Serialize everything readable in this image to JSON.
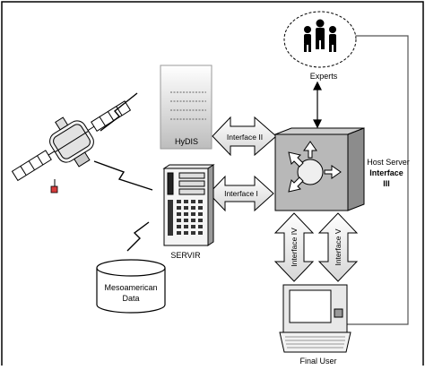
{
  "labels": {
    "experts": "Experts",
    "hydis": "HyDIS",
    "interface_ii": "Interface II",
    "interface_i": "Interface I",
    "interface_iv": "Interface IV",
    "interface_v": "Interface V",
    "host_server": "Host Server",
    "host_interface": "Interface",
    "host_interface_num": "III",
    "servir": "SERVIR",
    "mesoamerican": "Mesoamerican",
    "data": "Data",
    "final_user": "Final User"
  },
  "icons": {
    "satellite": "satellite-icon",
    "experts": "people-group-icon",
    "server": "server-tower-icon",
    "router": "router-switch-icon",
    "database": "database-cylinder-icon",
    "computer": "computer-terminal-icon"
  }
}
